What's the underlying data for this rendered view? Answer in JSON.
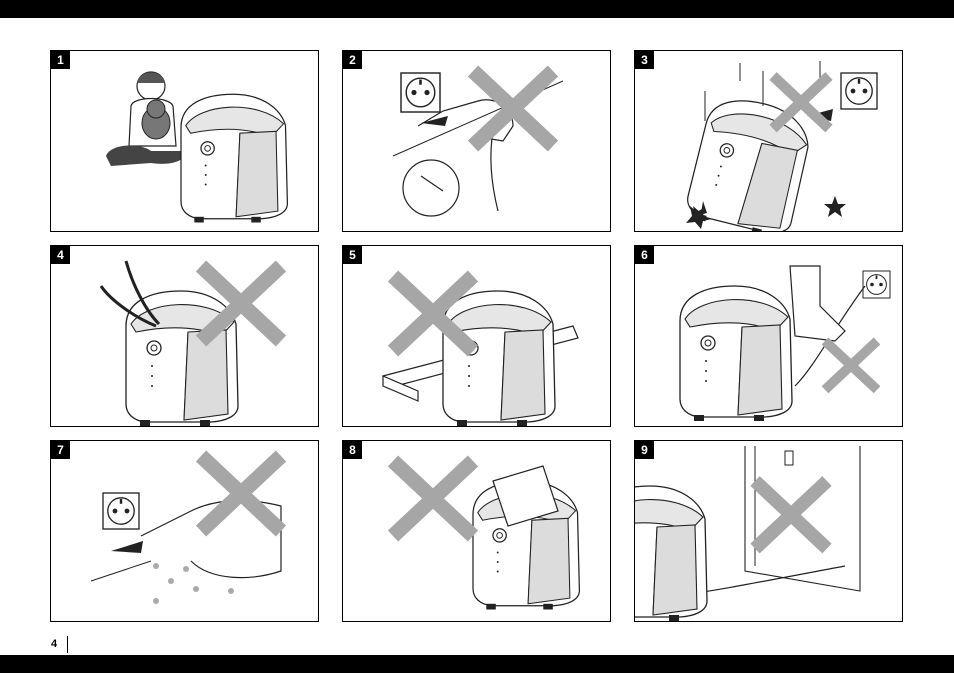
{
  "panels": [
    {
      "number": "1"
    },
    {
      "number": "2"
    },
    {
      "number": "3"
    },
    {
      "number": "4"
    },
    {
      "number": "5"
    },
    {
      "number": "6"
    },
    {
      "number": "7"
    },
    {
      "number": "8"
    },
    {
      "number": "9"
    }
  ],
  "page_number": "4",
  "colors": {
    "bars": "#000000",
    "cross": "#a6a6a6",
    "line": "#222222"
  }
}
